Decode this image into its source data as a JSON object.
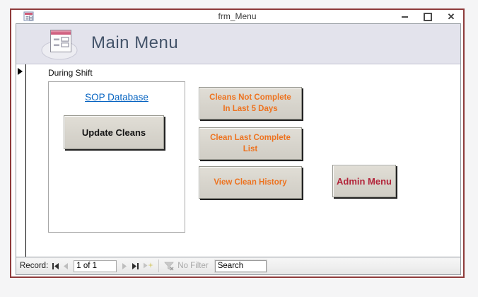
{
  "colors": {
    "window-border": "#8E3B3B",
    "header-bg": "#E3E3EC",
    "header-title": "#44546A",
    "accent-orange": "#ED7320",
    "admin-red": "#B22339",
    "link-blue": "#0563C1"
  },
  "window": {
    "title": "frm_Menu"
  },
  "header": {
    "title": "Main Menu"
  },
  "main": {
    "section_label": "During Shift",
    "sop_link_label": "SOP Database",
    "update_cleans_label": "Update Cleans",
    "middle_buttons": [
      {
        "label": "Cleans Not Complete In Last 5 Days"
      },
      {
        "label": "Clean Last Complete List"
      },
      {
        "label": "View Clean History"
      }
    ],
    "admin_button_label": "Admin Menu"
  },
  "record_nav": {
    "record_label": "Record:",
    "position": "1 of 1",
    "filter_label": "No Filter",
    "search_value": "Search"
  }
}
